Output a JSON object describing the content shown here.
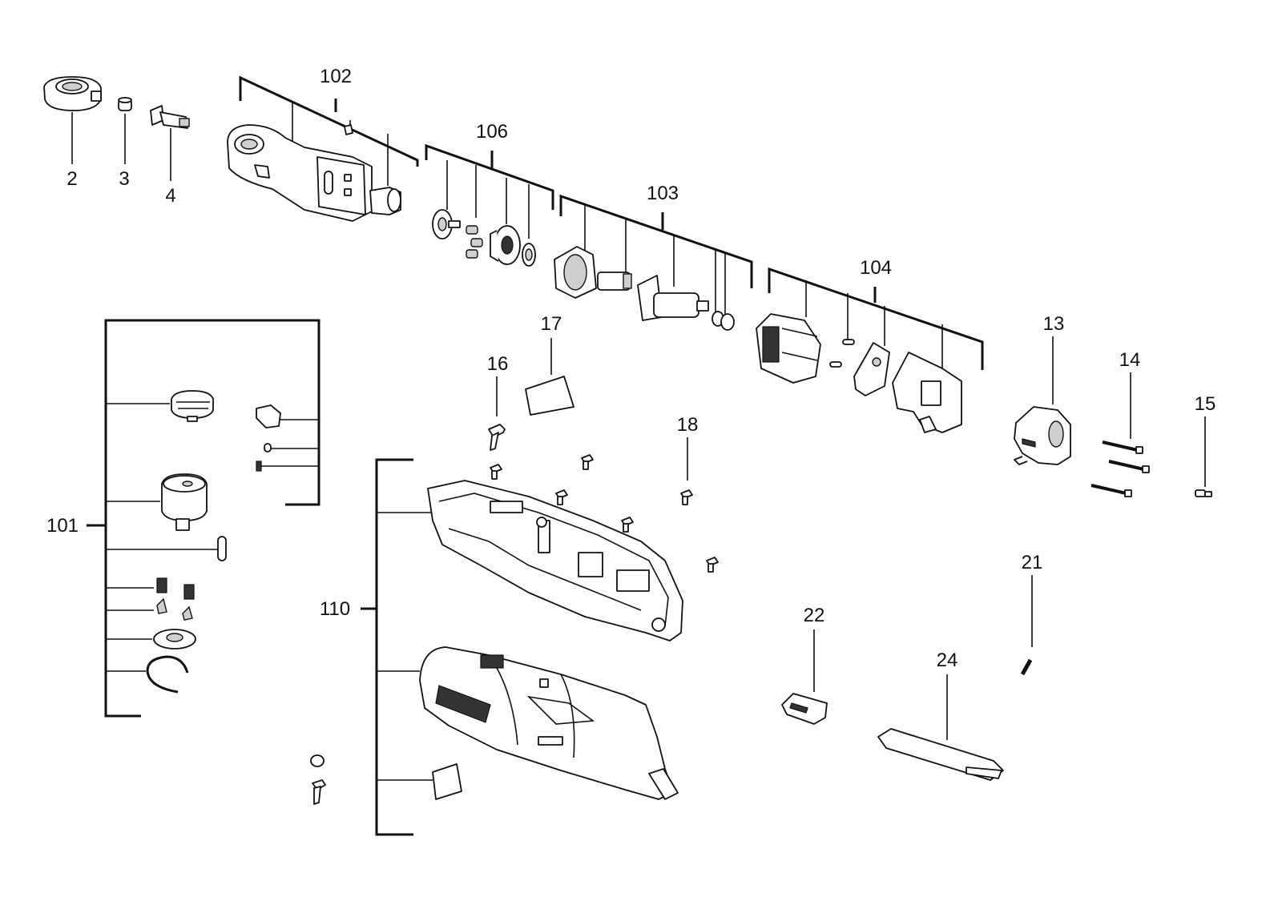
{
  "callouts": {
    "c2": "2",
    "c3": "3",
    "c4": "4",
    "c101": "101",
    "c102": "102",
    "c103": "103",
    "c104": "104",
    "c106": "106",
    "c110": "110",
    "c13": "13",
    "c14": "14",
    "c15": "15",
    "c16": "16",
    "c17": "17",
    "c18": "18",
    "c21": "21",
    "c22": "22",
    "c24": "24"
  },
  "icons": {
    "ratchet_head_assembly": "ratchet-head-icon",
    "gear_assembly": "gear-icon",
    "motor_assembly": "motor-icon",
    "electronics_assembly": "electronics-icon",
    "housing_halves": "housing-icon"
  }
}
